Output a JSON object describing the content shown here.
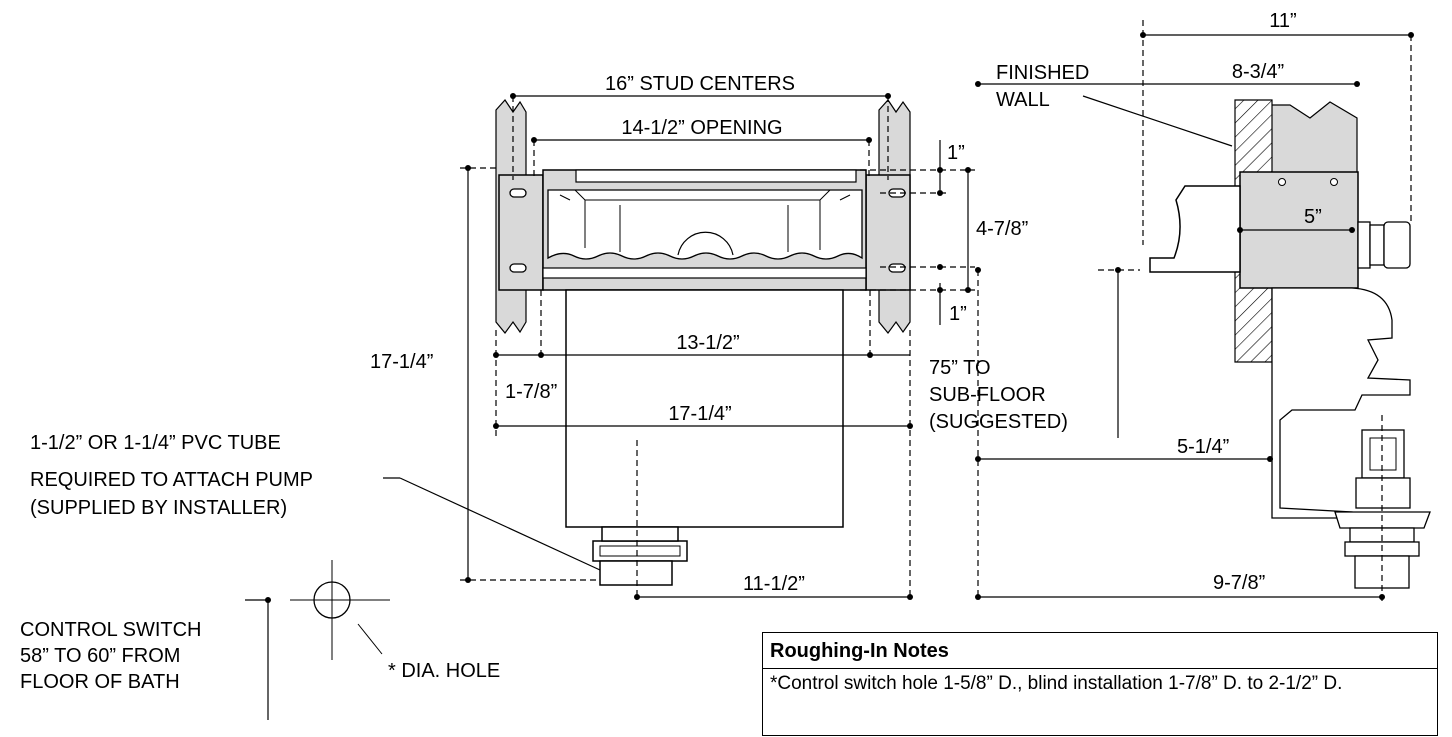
{
  "labels": {
    "stud_centers": "16” STUD CENTERS",
    "opening": "14-1/2” OPENING",
    "top_gap": "1”",
    "bottom_gap": "1”",
    "box_height": "4-7/8”",
    "overall_height": "17-1/4”",
    "inner_width": "13-1/2”",
    "side_offset": "1-7/8”",
    "overall_width": "17-1/4”",
    "pump_offset": "11-1/2”",
    "floor_line1": "75” TO",
    "floor_line2": "SUB-FLOOR",
    "floor_line3": "(SUGGESTED)",
    "pvc_line1": "1-1/2” OR 1-1/4” PVC TUBE",
    "pvc_line2": "REQUIRED TO ATTACH PUMP",
    "pvc_line3": "(SUPPLIED BY INSTALLER)",
    "switch_line1": "CONTROL SWITCH",
    "switch_line2": "58” TO 60” FROM",
    "switch_line3": "FLOOR OF BATH",
    "dia_hole": "* DIA. HOLE",
    "depth_overall": "11”",
    "depth_wall": "8-3/4”",
    "finished_wall1": "FINISHED",
    "finished_wall2": "WALL",
    "depth_box": "5”",
    "depth_tube": "5-1/4”",
    "depth_pump": "9-7/8”"
  },
  "notes": {
    "title": "Roughing-In Notes",
    "text": "*Control switch hole 1-5/8” D., blind installation 1-7/8” D. to 2-1/2” D."
  }
}
